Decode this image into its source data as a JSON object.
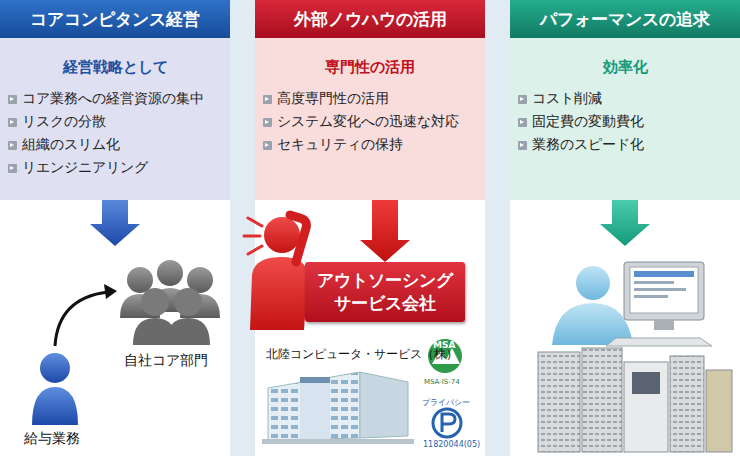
{
  "diagram": {
    "nodes": [
      {
        "text": [
          "コアコンピタンス経営"
        ]
      },
      {
        "text": [
          "経営戦略として",
          "コア業務への経営資源の集中",
          "リスクの分散",
          "組織のスリム化",
          "リエンジニアリング"
        ]
      },
      {
        "text": [
          "外部ノウハウの活用"
        ]
      },
      {
        "text": [
          "専門性の活用",
          "高度専門性の活用",
          "システム変化への迅速な対応",
          "セキュリティの保持"
        ]
      },
      {
        "text": [
          "アウトソーシング サービス会社"
        ]
      },
      {
        "text": [
          "パフォーマンスの追求"
        ]
      },
      {
        "text": [
          "効率化",
          "コスト削減",
          "固定費の変動費化",
          "業務のスピード化"
        ]
      }
    ],
    "edges": [
      {
        "from": 3,
        "to": 4,
        "arrow": "to"
      }
    ],
    "labels": [
      "給与業務",
      "自社コア部門",
      "北陸コンピュータ・サービス（株）",
      "MSA",
      "MSA-IS-74",
      "プライバシー",
      "11820044(05)"
    ]
  }
}
